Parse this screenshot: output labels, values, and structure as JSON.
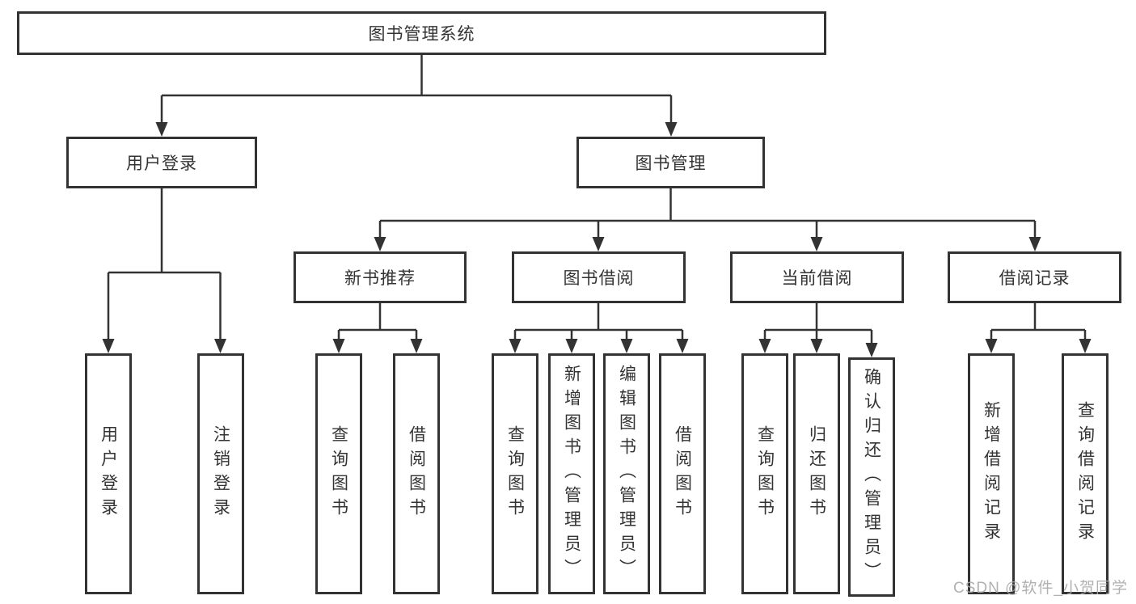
{
  "diagram_title": "图书管理系统",
  "tree": {
    "label": "图书管理系统",
    "children": [
      {
        "label": "用户登录",
        "children": [
          {
            "label": "用户登录"
          },
          {
            "label": "注销登录"
          }
        ]
      },
      {
        "label": "图书管理",
        "children": [
          {
            "label": "新书推荐",
            "children": [
              {
                "label": "查询图书"
              },
              {
                "label": "借阅图书"
              }
            ]
          },
          {
            "label": "图书借阅",
            "children": [
              {
                "label": "查询图书"
              },
              {
                "label": "新增图书（管理员）"
              },
              {
                "label": "编辑图书（管理员）"
              },
              {
                "label": "借阅图书"
              }
            ]
          },
          {
            "label": "当前借阅",
            "children": [
              {
                "label": "查询图书"
              },
              {
                "label": "归还图书"
              },
              {
                "label": "确认归还（管理员）"
              }
            ]
          },
          {
            "label": "借阅记录",
            "children": [
              {
                "label": "新增借阅记录"
              },
              {
                "label": "查询借阅记录"
              }
            ]
          }
        ]
      }
    ]
  },
  "watermark": "CSDN @软件_小贺同学",
  "colors": {
    "line": "#333333",
    "text": "#333333",
    "box_background": "#ffffff",
    "watermark": "#a8a8a8"
  }
}
